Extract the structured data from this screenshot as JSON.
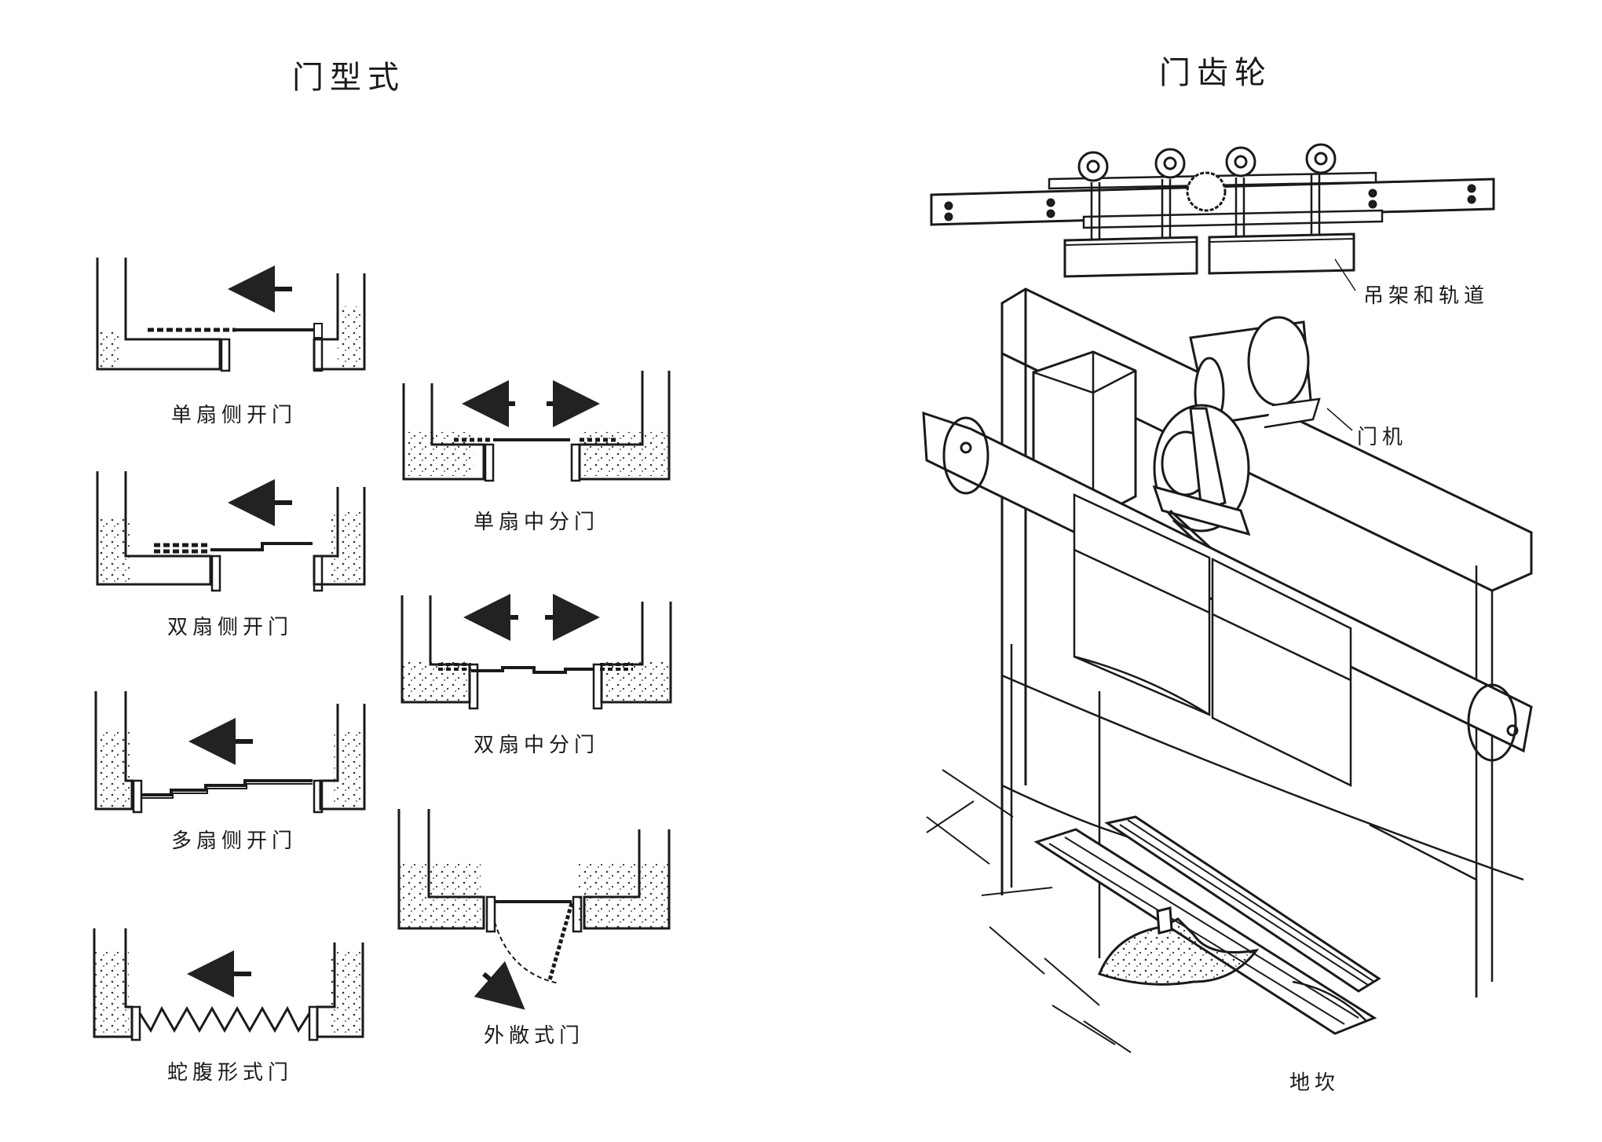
{
  "left_section": {
    "title": "门型式",
    "diagrams": [
      {
        "id": "single-side",
        "caption": "单扇侧开门"
      },
      {
        "id": "double-side",
        "caption": "双扇侧开门"
      },
      {
        "id": "multi-side",
        "caption": "多扇侧开门"
      },
      {
        "id": "bellows",
        "caption": "蛇腹形式门"
      },
      {
        "id": "single-center",
        "caption": "单扇中分门"
      },
      {
        "id": "double-center",
        "caption": "双扇中分门"
      },
      {
        "id": "swing-out",
        "caption": "外敞式门"
      }
    ]
  },
  "right_section": {
    "title": "门齿轮",
    "labels": {
      "hanger_track": "吊架和轨道",
      "door_operator": "门机",
      "sill": "地坎"
    }
  }
}
